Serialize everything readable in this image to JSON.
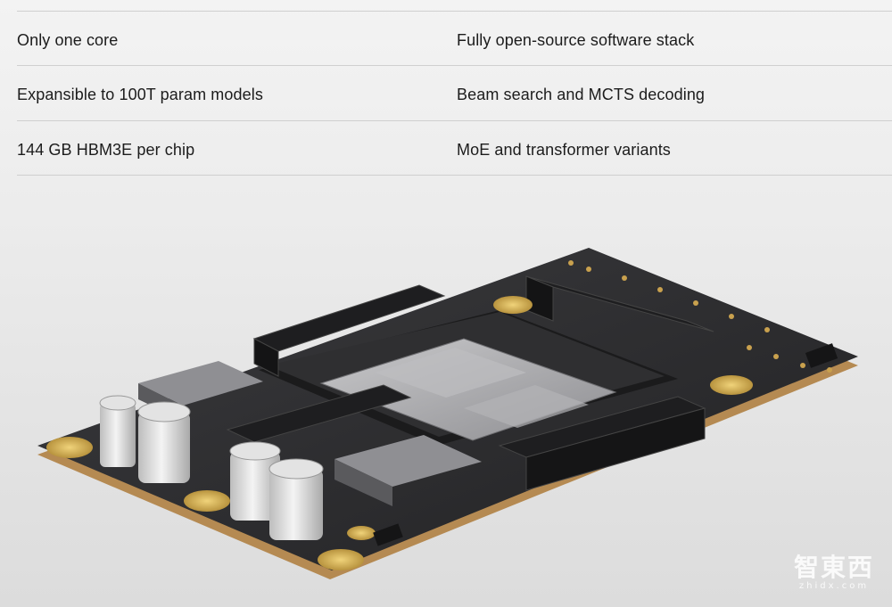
{
  "specs": {
    "rows": [
      {
        "left": "Only one core",
        "right": "Fully open-source software stack"
      },
      {
        "left": "Expansible to 100T param models",
        "right": "Beam search and MCTS decoding"
      },
      {
        "left": "144 GB HBM3E per chip",
        "right": "MoE and transformer variants"
      }
    ]
  },
  "watermark": {
    "main": "智東西",
    "sub": "zhidx.com"
  },
  "colors": {
    "text": "#1c1c1c",
    "divider": "#cfcfcf",
    "board": "#2b2b2d",
    "gold": "#d4b25a",
    "board_edge": "#b58a52"
  }
}
